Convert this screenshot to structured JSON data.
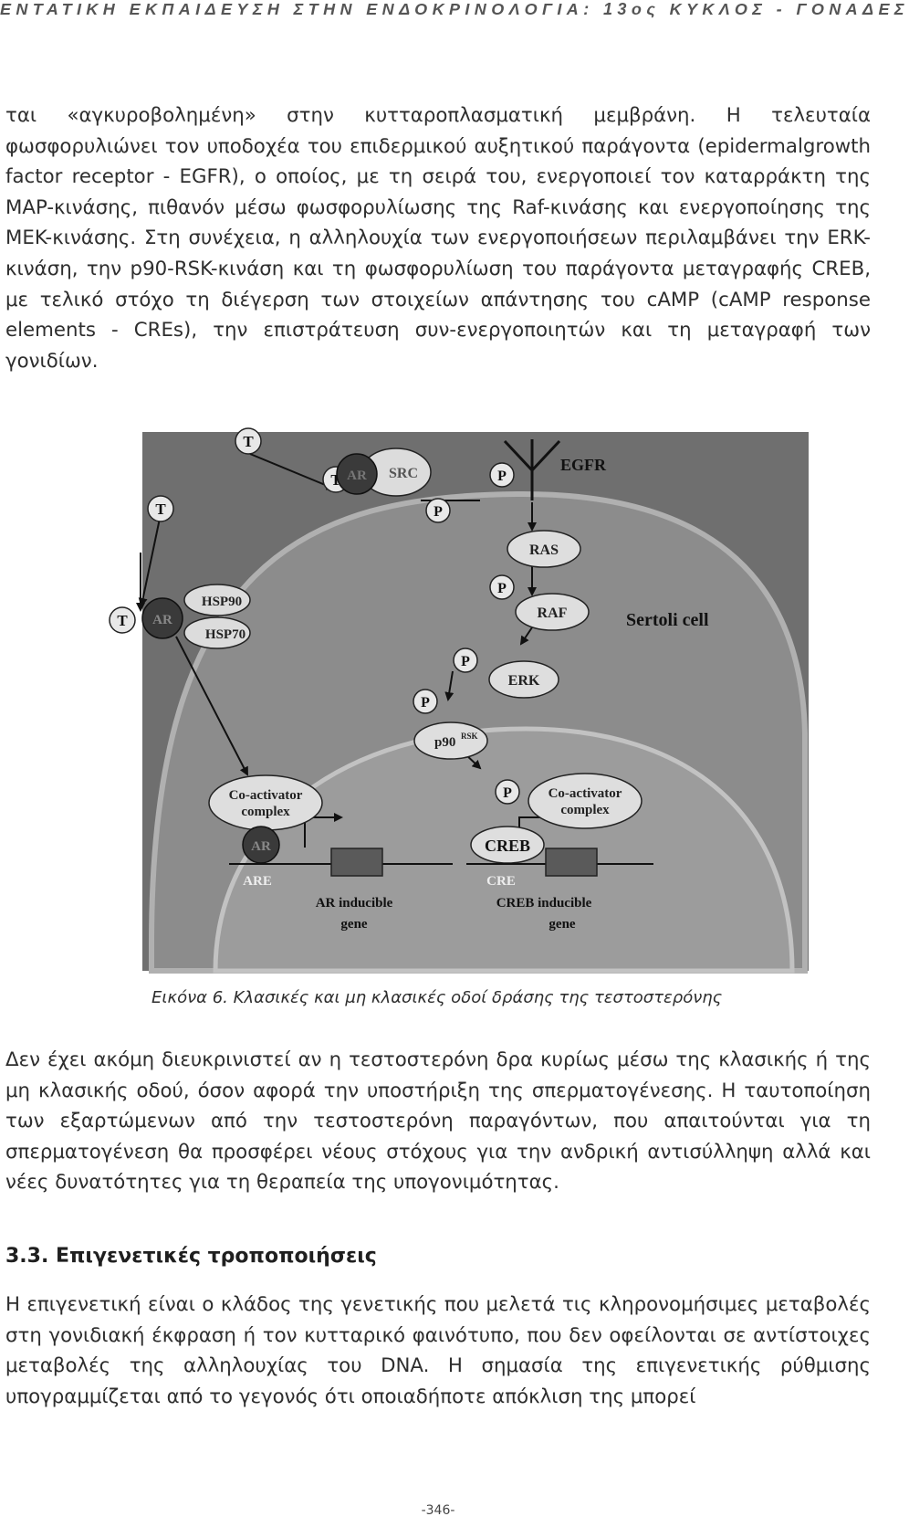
{
  "header": {
    "running_title": "ΕΝΤΑΤΙΚΗ ΕΚΠΑΙΔΕΥΣΗ ΣΤΗΝ ΕΝΔΟΚΡΙΝΟΛΟΓΙΑ: 13ος ΚΥΚΛΟΣ - ΓΟΝΑΔΕΣ"
  },
  "body": {
    "paragraph_1": "ται «αγκυροβολημένη» στην κυτταροπλασματική μεμβράνη. Η τελευταία φωσφορυλιώνει τον υποδοχέα του επιδερμικού αυξητικού παράγοντα (epidermalgrowth factor receptor - EGFR), ο οποίος, με τη σειρά του, ενεργοποιεί τον καταρράκτη της MAP-κινάσης, πιθανόν μέσω φωσφορυλίωσης της Raf-κινάσης και ενεργοποίησης της MEK-κινάσης. Στη συνέχεια, η αλληλουχία των ενεργοποιήσεων περιλαμβάνει την ERK-κινάση, την p90-RSK-κινάση και τη φωσφορυλίωση του παράγοντα μεταγραφής CREB, με τελικό στόχο τη διέγερση των στοιχείων απάντησης του cAMP (cAMP response elements - CREs), την επιστράτευση συν-ενεργοποιητών και τη μεταγραφή των γονιδίων.",
    "paragraph_2": "Δεν έχει ακόμη διευκρινιστεί αν η τεστοστερόνη δρα κυρίως μέσω της κλασικής ή της μη κλασικής οδού, όσον αφορά την υποστήριξη της σπερματογένεσης. Η ταυτοποίηση των εξαρτώμενων από την τεστοστερόνη παραγόντων, που απαιτούνται για τη σπερματογένεση θα προσφέρει νέους στόχους για την ανδρική αντισύλληψη αλλά και νέες δυνατότητες για τη θεραπεία της υπογονιμότητας.",
    "section_heading": "3.3. Επιγενετικές τροποποιήσεις",
    "paragraph_3": "Η επιγενετική είναι ο κλάδος της γενετικής που μελετά τις κληρονομήσιμες μεταβολές στη γονιδιακή έκφραση ή τον κυτταρικό φαινότυπο, που δεν οφείλονται σε αντίστοιχες μεταβολές της αλληλουχίας του DNA. Η σημασία της επιγενετικής ρύθμισης υπογραμμίζεται από το γεγονός ότι οποιαδήποτε απόκλιση της μπορεί"
  },
  "figure": {
    "caption": "Εικόνα 6. Κλασικές και μη κλασικές οδοί δράσης της τεστοστερόνης",
    "labels": {
      "t": "T",
      "p": "P",
      "ar": "AR",
      "src": "SRC",
      "egfr": "EGFR",
      "ras": "RAS",
      "raf": "RAF",
      "erk": "ERK",
      "p90": "p90",
      "rsk": "RSK",
      "hsp90": "HSP90",
      "hsp70": "HSP70",
      "sertoli": "Sertoli cell",
      "coact_line1": "Co-activator",
      "coact_line2": "complex",
      "creb": "CREB",
      "cre": "CRE",
      "are": "ARE",
      "ar_gene_line1": "AR inducible",
      "creb_gene_line1": "CREB inducible",
      "gene": "gene"
    }
  },
  "footer": {
    "page_number": "-346-"
  }
}
